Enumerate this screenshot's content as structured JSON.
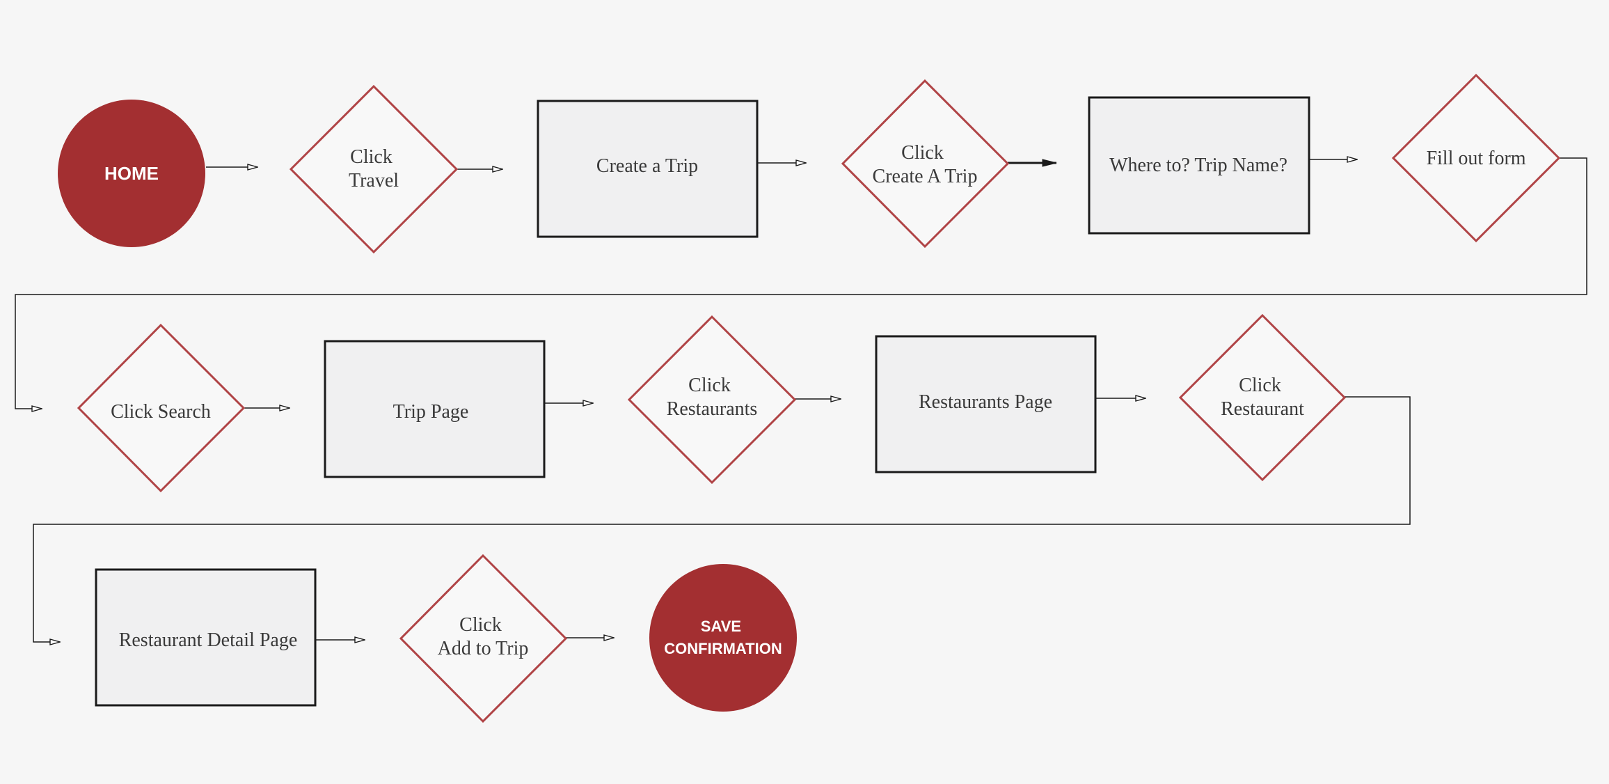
{
  "colors": {
    "background": "#f6f6f6",
    "terminal_fill": "#a32f31",
    "decision_stroke": "#b04446",
    "process_fill": "#f0f0f1",
    "process_stroke": "#1a1a1a",
    "connector": "#1a1a1a"
  },
  "nodes": {
    "home": {
      "lines": [
        "HOME"
      ],
      "shape": "terminal"
    },
    "click_travel": {
      "lines": [
        "Click",
        "Travel"
      ],
      "shape": "decision"
    },
    "create_trip": {
      "lines": [
        "Create a Trip"
      ],
      "shape": "process"
    },
    "click_create_trip": {
      "lines": [
        "Click",
        "Create A Trip"
      ],
      "shape": "decision"
    },
    "where_to": {
      "lines": [
        "Where to? Trip Name?"
      ],
      "shape": "process"
    },
    "fill_form": {
      "lines": [
        "Fill out form"
      ],
      "shape": "decision"
    },
    "click_search": {
      "lines": [
        "Click Search"
      ],
      "shape": "decision"
    },
    "trip_page": {
      "lines": [
        "Trip Page"
      ],
      "shape": "process"
    },
    "click_restaurants": {
      "lines": [
        "Click",
        "Restaurants"
      ],
      "shape": "decision"
    },
    "restaurants_page": {
      "lines": [
        "Restaurants Page"
      ],
      "shape": "process"
    },
    "click_restaurant": {
      "lines": [
        "Click",
        "Restaurant"
      ],
      "shape": "decision"
    },
    "restaurant_detail": {
      "lines": [
        "Restaurant Detail Page"
      ],
      "shape": "process"
    },
    "click_add_to_trip": {
      "lines": [
        "Click",
        "Add to Trip"
      ],
      "shape": "decision"
    },
    "save_confirmation": {
      "lines": [
        "SAVE",
        "CONFIRMATION"
      ],
      "shape": "terminal"
    }
  },
  "edges": [
    [
      "home",
      "click_travel"
    ],
    [
      "click_travel",
      "create_trip"
    ],
    [
      "create_trip",
      "click_create_trip"
    ],
    [
      "click_create_trip",
      "where_to"
    ],
    [
      "where_to",
      "fill_form"
    ],
    [
      "fill_form",
      "click_search"
    ],
    [
      "click_search",
      "trip_page"
    ],
    [
      "trip_page",
      "click_restaurants"
    ],
    [
      "click_restaurants",
      "restaurants_page"
    ],
    [
      "restaurants_page",
      "click_restaurant"
    ],
    [
      "click_restaurant",
      "restaurant_detail"
    ],
    [
      "restaurant_detail",
      "click_add_to_trip"
    ],
    [
      "click_add_to_trip",
      "save_confirmation"
    ]
  ]
}
